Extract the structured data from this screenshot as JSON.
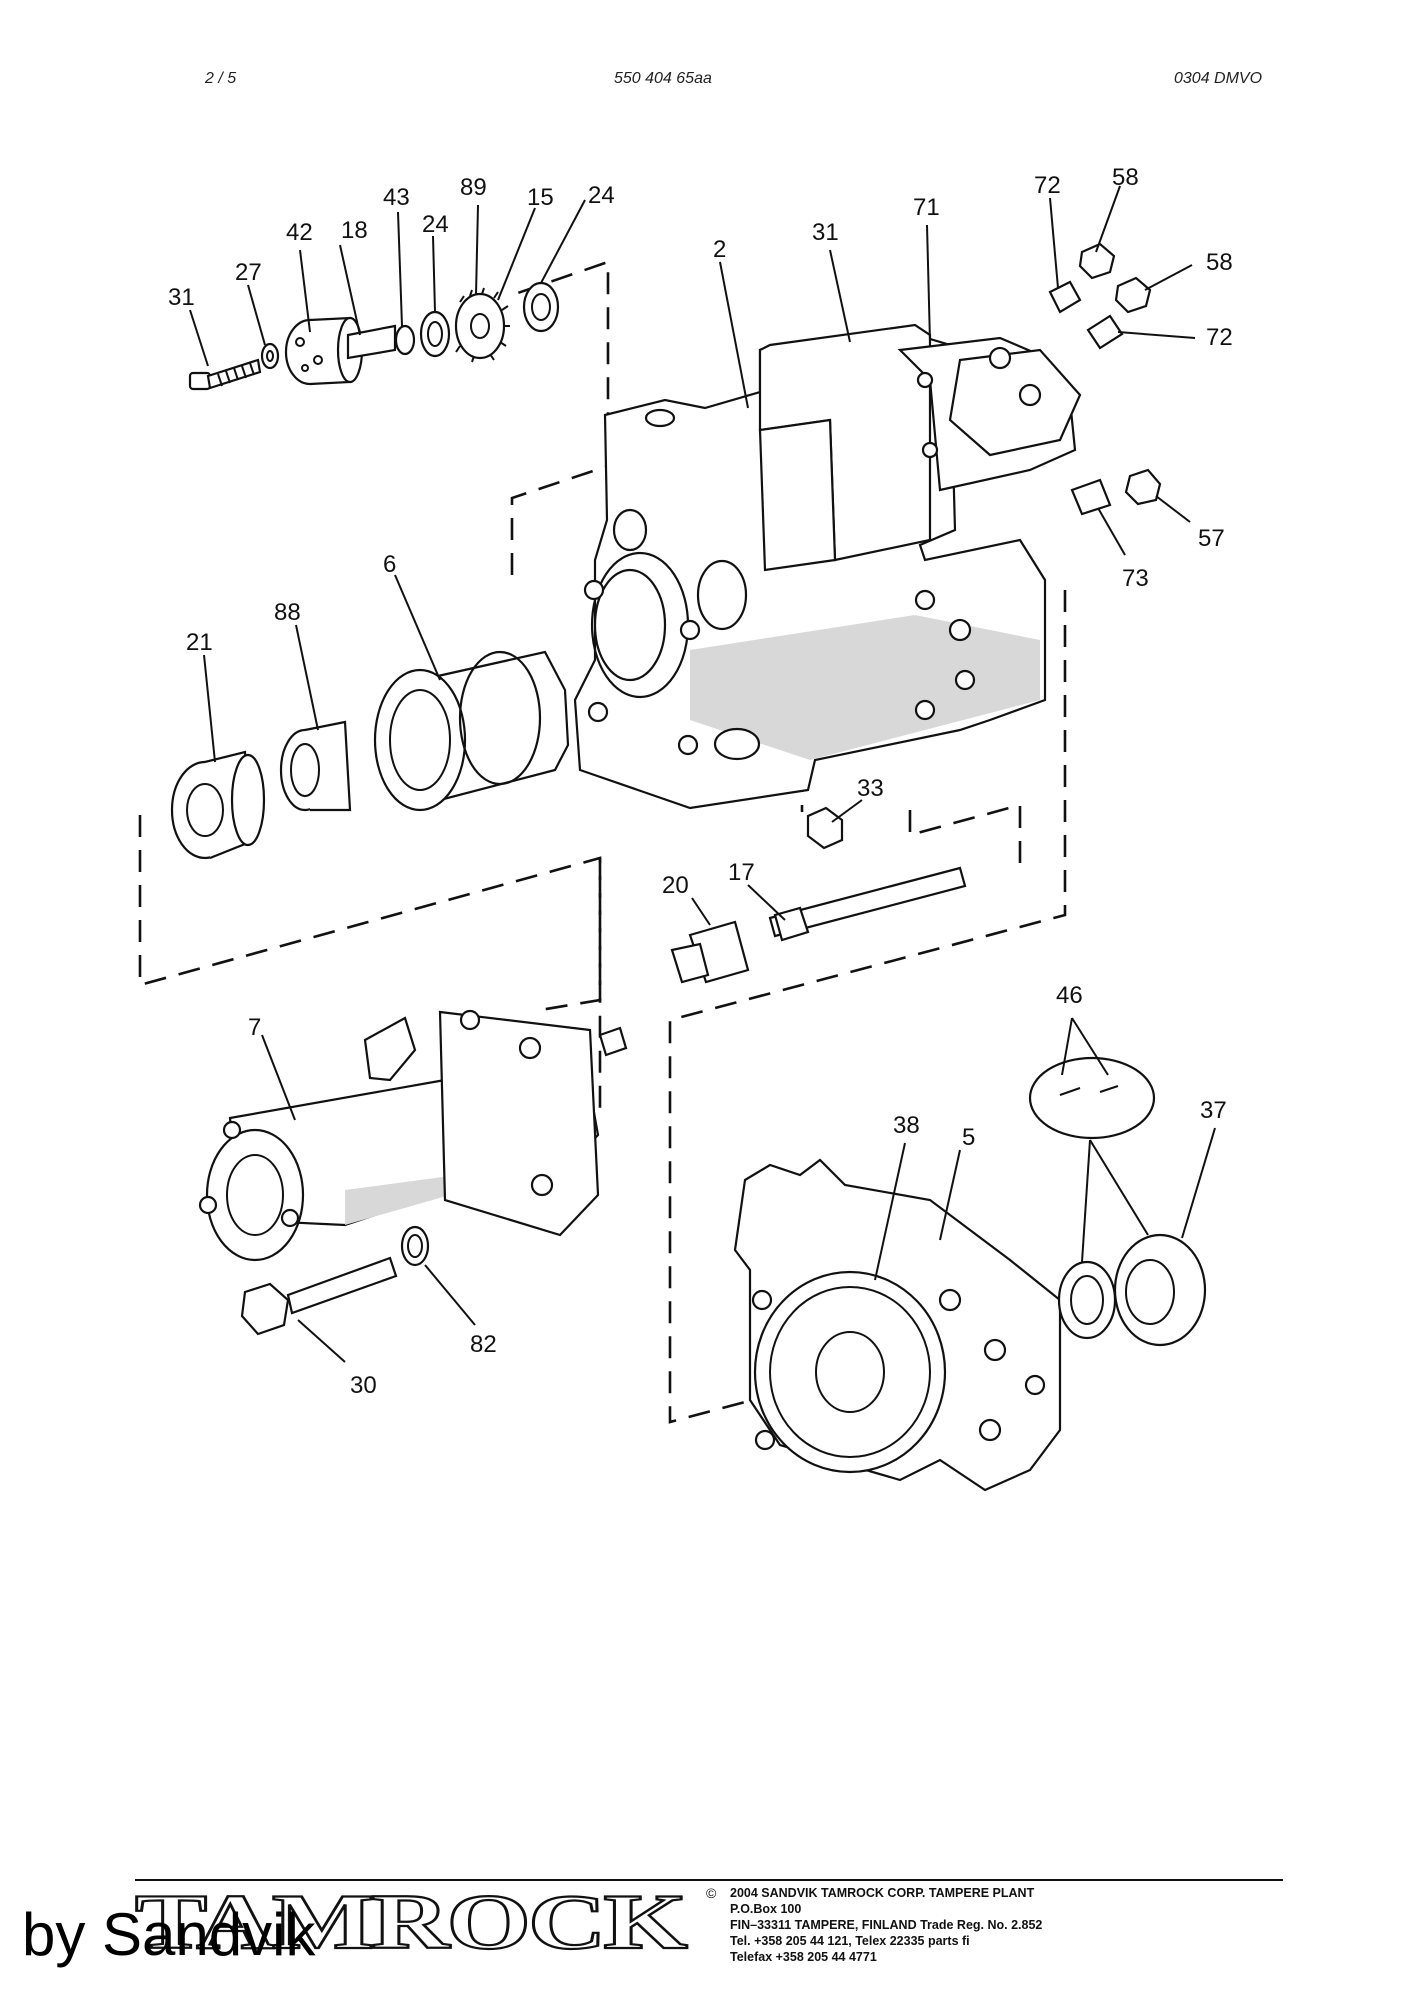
{
  "header": {
    "page": "2 /   5",
    "doc_number": "550 404 65aa",
    "code": "0304 DMVO"
  },
  "callouts": {
    "c31a": "31",
    "c27": "27",
    "c42": "42",
    "c18": "18",
    "c43": "43",
    "c24a": "24",
    "c89": "89",
    "c15": "15",
    "c24b": "24",
    "c2": "2",
    "c31b": "31",
    "c71": "71",
    "c72a": "72",
    "c58a": "58",
    "c58b": "58",
    "c72b": "72",
    "c57": "57",
    "c73": "73",
    "c6": "6",
    "c88": "88",
    "c21": "21",
    "c33": "33",
    "c20": "20",
    "c17": "17",
    "c46": "46",
    "c7": "7",
    "c37": "37",
    "c38": "38",
    "c5": "5",
    "c82": "82",
    "c30": "30"
  },
  "footer": {
    "logo_text": "TAMROCK",
    "copyright_symbol": "©",
    "line1": "2004  SANDVIK TAMROCK CORP. TAMPERE PLANT",
    "line2": "P.O.Box 100",
    "line3": "FIN–33311 TAMPERE, FINLAND    Trade Reg. No. 2.852",
    "line4": "Tel. +358 205 44 121, Telex 22335 parts fi",
    "line5": "Telefax +358 205 44 4771"
  },
  "watermark": "by Sandvik"
}
